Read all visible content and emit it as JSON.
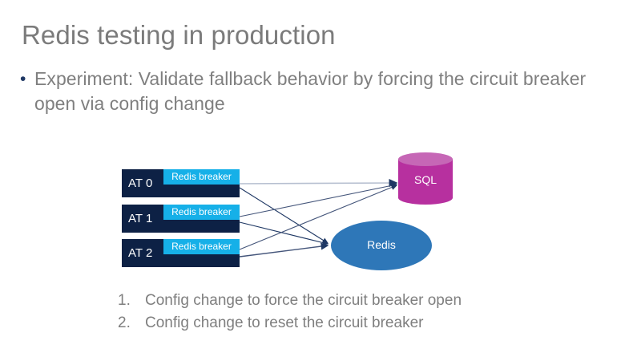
{
  "slide": {
    "title": "Redis testing in production",
    "background_color": "#ffffff"
  },
  "bullet": {
    "marker": "•",
    "text": "Experiment: Validate fallback behavior by forcing the circuit breaker open via config change",
    "text_color": "#7f7f7f",
    "marker_color": "#1f3864"
  },
  "diagram": {
    "at_nodes": [
      {
        "label": "AT 0",
        "badge": "Redis breaker"
      },
      {
        "label": "AT 1",
        "badge": "Redis breaker"
      },
      {
        "label": "AT 2",
        "badge": "Redis breaker"
      }
    ],
    "sql_store": {
      "label": "SQL",
      "color": "#b7309f",
      "top_color": "#c667b6"
    },
    "cache_store": {
      "label": "Redis",
      "color": "#2e77b8"
    },
    "node_color": "#0d2145",
    "badge_color": "#16b0e8",
    "arrow_color": "#1f3864"
  },
  "steps": [
    {
      "marker": "1.",
      "text": "Config change to force the circuit breaker open"
    },
    {
      "marker": "2.",
      "text": "Config change to reset the circuit breaker"
    }
  ]
}
